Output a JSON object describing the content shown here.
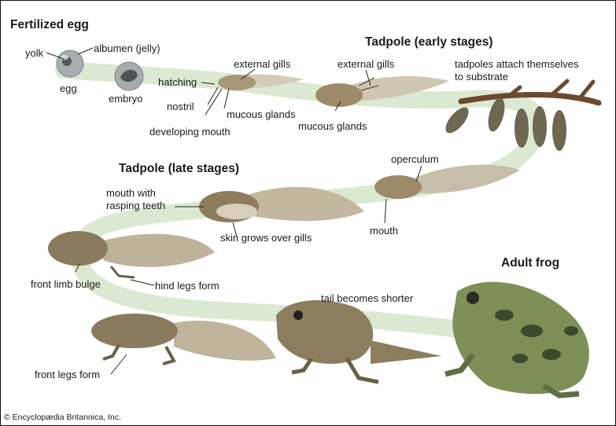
{
  "headings": {
    "fertilized_egg": "Fertilized egg",
    "tadpole_early": "Tadpole (early stages)",
    "tadpole_late": "Tadpole (late stages)",
    "adult_frog": "Adult frog"
  },
  "labels": {
    "yolk": "yolk",
    "albumen": "albumen (jelly)",
    "egg": "egg",
    "embryo": "embryo",
    "hatching": "hatching",
    "external_gills_1": "external gills",
    "nostril": "nostril",
    "mucous_glands_1": "mucous glands",
    "developing_mouth": "developing mouth",
    "external_gills_2": "external gills",
    "mucous_glands_2": "mucous glands",
    "tadpoles_attach_line1": "tadpoles attach themselves",
    "tadpoles_attach_line2": "to substrate",
    "operculum": "operculum",
    "mouth": "mouth",
    "mouth_with_line1": "mouth with",
    "mouth_with_line2": "rasping teeth",
    "skin_grows": "skin grows over gills",
    "front_limb_bulge": "front limb bulge",
    "hind_legs_form": "hind legs form",
    "tail_becomes_shorter": "tail becomes shorter",
    "front_legs_form": "front legs form"
  },
  "credit": "© Encyclopædia Britannica, Inc.",
  "colors": {
    "path": "#dce9d2",
    "tadpole_body": "#8a7a5e",
    "tadpole_tail": "#c9c1ad",
    "frog_green": "#7e8f57",
    "frog_spot": "#3b4a2a",
    "egg_gray": "#9aa1a2"
  }
}
